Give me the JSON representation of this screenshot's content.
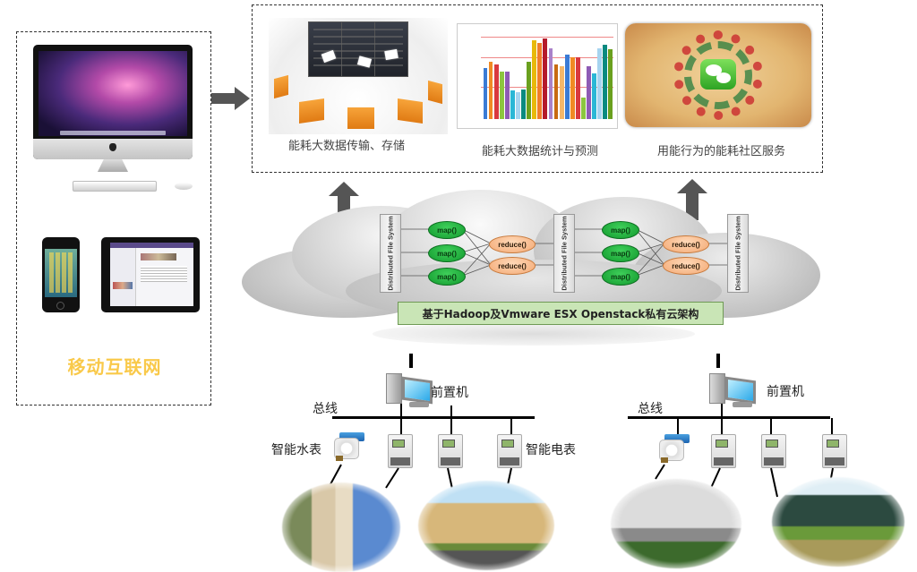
{
  "mobile_panel": {
    "title": "移动互联网",
    "title_color": "#f9c94a",
    "devices": [
      "desktop-computer",
      "smartphone",
      "tablet"
    ]
  },
  "services_panel": {
    "items": [
      {
        "caption": "能耗大数据传输、存储",
        "icon": "server-files-icon"
      },
      {
        "caption": "能耗大数据统计与预测",
        "icon": "bar-chart-icon"
      },
      {
        "caption": "用能行为的能耗社区服务",
        "icon": "community-wechat-icon"
      }
    ]
  },
  "cloud": {
    "caption": "基于Hadoop及Vmware ESX Openstack私有云架构",
    "caption_bg": "#c9e5b6",
    "dfs_label": "Distributed File System",
    "map_label": "map()",
    "reduce_label": "reduce()"
  },
  "networks": [
    {
      "frontend_label": "前置机",
      "bus_label": "总线",
      "water_meter_label": "智能水表",
      "electric_meter_label": "智能电表"
    },
    {
      "frontend_label": "前置机",
      "bus_label": "总线"
    }
  ],
  "colors": {
    "arrow": "#555555",
    "map_node": "#1fae3c",
    "reduce_node": "#f7b98a",
    "border_dash": "#333333"
  }
}
